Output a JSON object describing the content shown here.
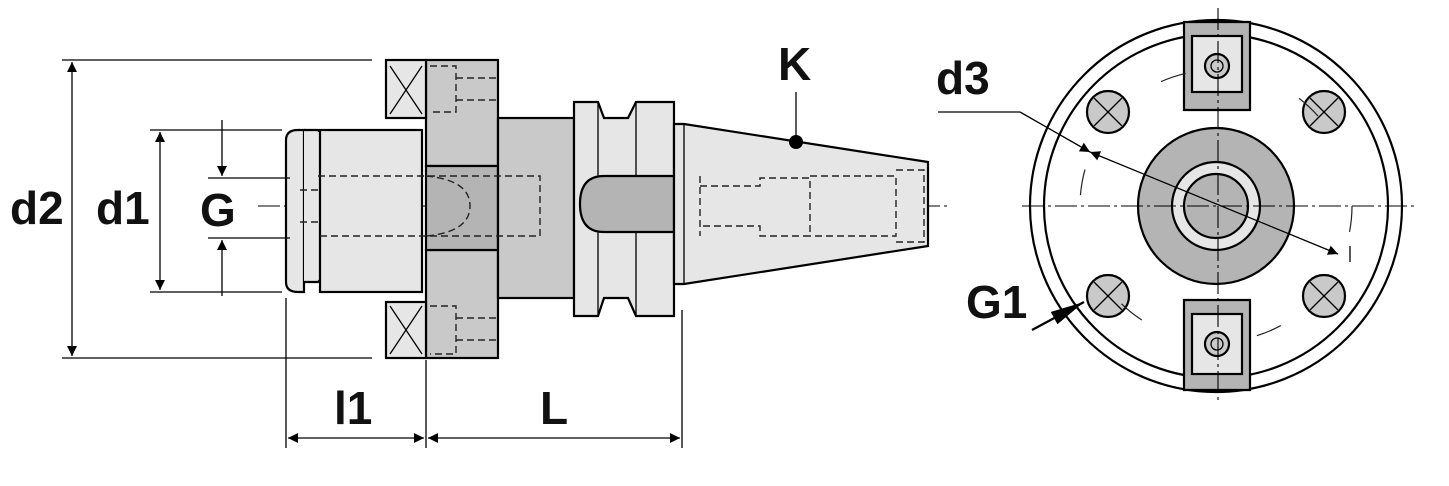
{
  "labels": {
    "d2": "d2",
    "d1": "d1",
    "G": "G",
    "K": "K",
    "d3": "d3",
    "G1": "G1",
    "l1": "l1",
    "L": "L"
  },
  "colors": {
    "line": "#000000",
    "light_fill": "#e6e6e6",
    "mid_fill": "#c9c9c9",
    "dark_fill": "#b4b4b4",
    "background": "#ffffff"
  }
}
